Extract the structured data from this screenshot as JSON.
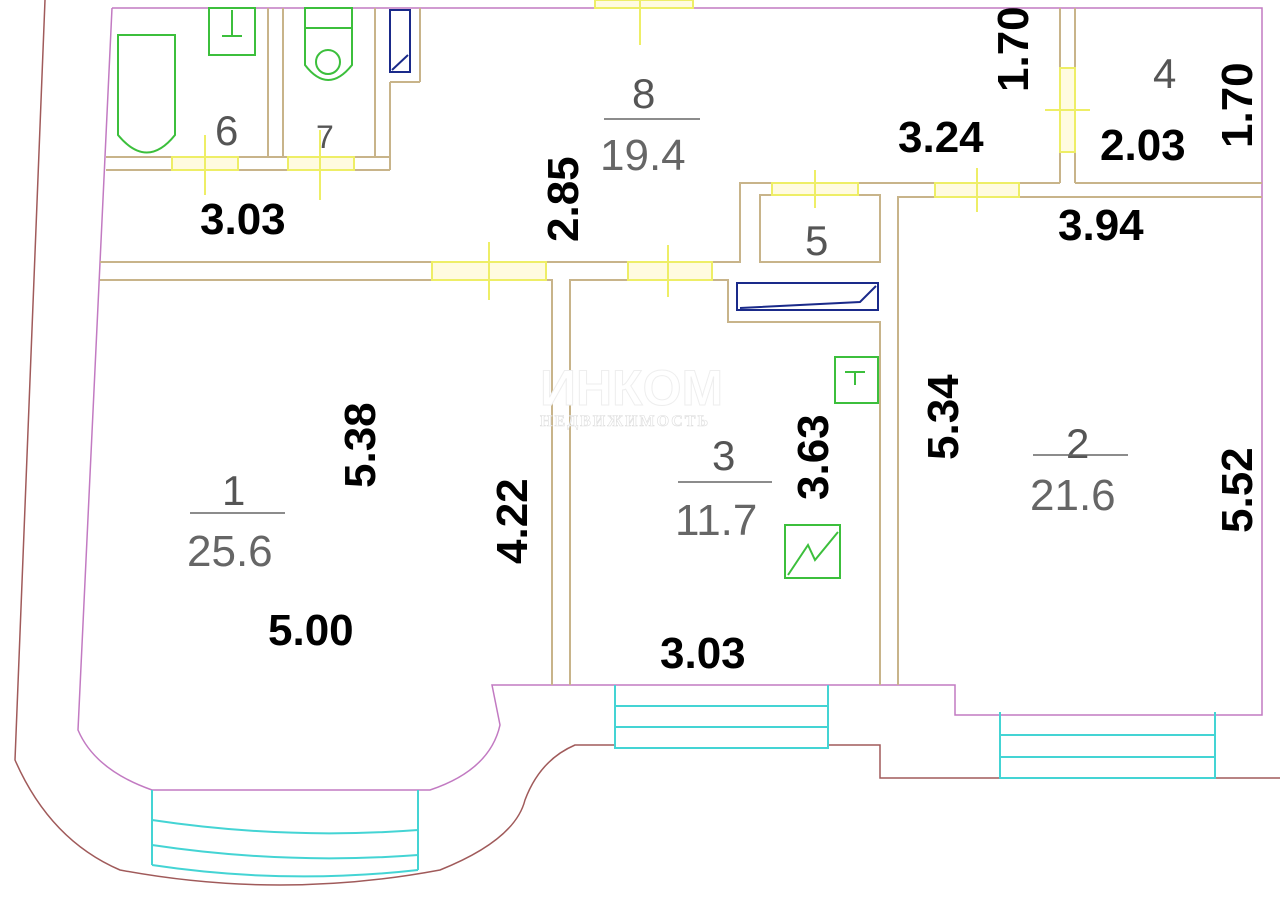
{
  "plan": {
    "watermark": {
      "brand": "ИНКОМ",
      "subtitle": "НЕДВИЖИМОСТЬ"
    },
    "rooms": [
      {
        "number": "1",
        "area": "25.6"
      },
      {
        "number": "2",
        "area": "21.6"
      },
      {
        "number": "3",
        "area": "11.7"
      },
      {
        "number": "4"
      },
      {
        "number": "5"
      },
      {
        "number": "6"
      },
      {
        "number": "7"
      },
      {
        "number": "8",
        "area": "19.4"
      }
    ],
    "dimensions": {
      "corridor_width": "3.03",
      "corridor_height": "2.85",
      "hall_width": "3.24",
      "room4_height_a": "1.70",
      "room4_height_b": "1.70",
      "room4_width": "2.03",
      "room2_top": "3.94",
      "room1_height": "5.38",
      "room1_inner": "4.22",
      "room1_width": "5.00",
      "room3_height": "3.63",
      "room3_width": "3.03",
      "room2_left": "5.34",
      "room2_right": "5.52"
    },
    "colors": {
      "wall": "#c8b48a",
      "outer": "#c27ac2",
      "door": "#eeee66",
      "window": "#44d4d4",
      "fixture": "#3cbf3c"
    }
  }
}
